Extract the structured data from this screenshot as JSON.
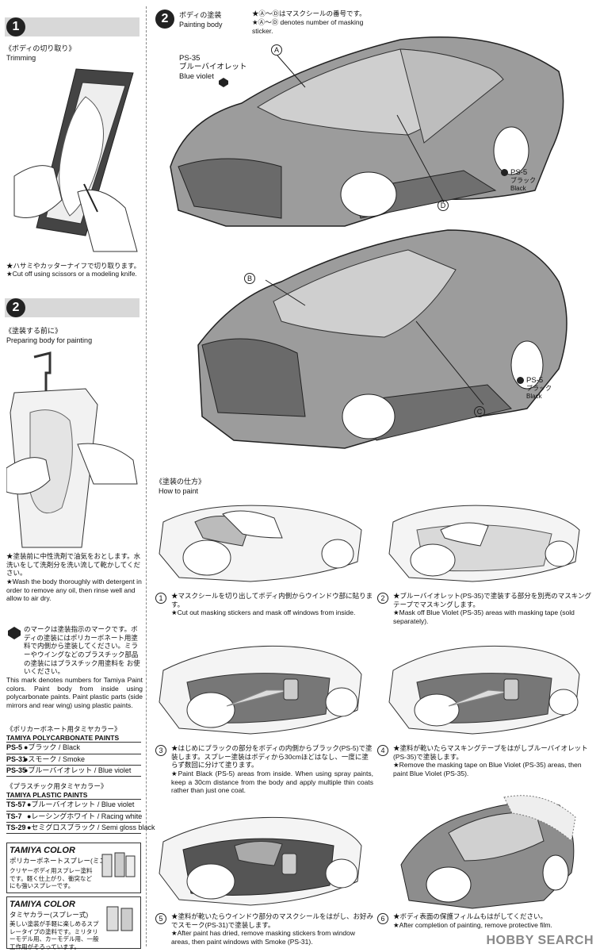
{
  "step1": {
    "number": "1",
    "title_jp": "《ボディの切り取り》",
    "title_en": "Trimming",
    "note_jp": "★ハサミやカッターナイフで切り取ります。",
    "note_en": "★Cut off using scissors or a modeling knife."
  },
  "step2_left": {
    "number": "2",
    "title_jp": "《塗装する前に》",
    "title_en": "Preparing body for painting",
    "note_jp": "★塗装前に中性洗剤で油気をおとします。水洗いをして洗剤分を洗い流して乾かしてください。",
    "note_en": "★Wash the body thoroughly with detergent in order to remove any oil, then rinse well and allow to air dry."
  },
  "mark_note": {
    "jp": "のマークは塗装指示のマークです。ボディの塗装にはポリカーボネート用塗料で内側から塗装してください。ミラーやウイングなどのプラスチック部品の塗装にはプラスチック用塗料を お使いください。",
    "en": "This mark denotes numbers for Tamiya Paint colors. Paint body from inside using polycarbonate paints. Paint plastic parts (side mirrors and rear wing) using plastic paints."
  },
  "polycarbonate": {
    "title_jp": "《ポリカーボネート用タミヤカラー》",
    "title_en": "TAMIYA POLYCARBONATE PAINTS",
    "rows": [
      {
        "code": "PS-5",
        "name": "●ブラック / Black"
      },
      {
        "code": "PS-31",
        "name": "●スモーク / Smoke"
      },
      {
        "code": "PS-35",
        "name": "●ブルーバイオレット / Blue violet"
      }
    ]
  },
  "plastic": {
    "title_jp": "《プラスチック用タミヤカラー》",
    "title_en": "TAMIYA PLASTIC PAINTS",
    "rows": [
      {
        "code": "TS-57",
        "name": "●ブルーバイオレット / Blue violet"
      },
      {
        "code": "TS-7",
        "name": "●レーシングホワイト / Racing white"
      },
      {
        "code": "TS-29",
        "name": "●セミグロスブラック / Semi gloss black"
      }
    ]
  },
  "ad1": {
    "brand": "TAMIYA COLOR",
    "sub": "ポリカーボネートスプレー(ミニ)",
    "text": "クリヤーボディ用スプレー塗料です。軽く仕上がり、衝突などにも強いスプレーです。"
  },
  "ad2": {
    "brand": "TAMIYA COLOR",
    "sub": "タミヤカラー(スプレー式)",
    "text": "美しい塗装が手軽に楽しめるスプレータイプの塗料です。ミリタリーモデル用、カーモデル用、一般工作用がそろっています。"
  },
  "step2_right": {
    "number": "2",
    "title_jp": "ボディの塗装",
    "title_en": "Painting body",
    "note1": "★Ⓐ～Ⓓはマスクシールの番号です。",
    "note2": "★Ⓐ～Ⓓ denotes number of masking sticker.",
    "ps35_code": "PS-35",
    "ps35_jp": "ブルーバイオレット",
    "ps35_en": "Blue violet",
    "ps5_code": "PS-5",
    "ps5_jp": "ブラック",
    "ps5_en": "Black",
    "markers": [
      "A",
      "B",
      "C",
      "D"
    ]
  },
  "how_to_paint": {
    "title_jp": "《塗装の仕方》",
    "title_en": "How to paint",
    "steps": [
      {
        "num": "1",
        "jp": "★マスクシールを切り出してボディ内側からウインドウ部に貼ります。",
        "en": "★Cut out masking stickers and mask off windows from inside."
      },
      {
        "num": "2",
        "jp": "★ブルーバイオレット(PS-35)で塗装する部分を別売のマスキングテープでマスキングします。",
        "en": "★Mask off Blue Violet (PS-35) areas with masking tape (sold separately)."
      },
      {
        "num": "3",
        "jp": "★はじめにブラックの部分をボディの内側からブラック(PS-5)で塗装します。スプレー塗装はボディから30cmほどはなし、一度に塗らず数回に分けて塗ります。",
        "en": "★Paint Black (PS-5) areas from inside. When using spray paints, keep a 30cm distance from the body and apply multiple thin coats rather than just one coat."
      },
      {
        "num": "4",
        "jp": "★塗料が乾いたらマスキングテープをはがしブルーバイオレット(PS-35)で塗装します。",
        "en": "★Remove the masking tape on Blue Violet (PS-35) areas, then paint Blue Violet (PS-35)."
      },
      {
        "num": "5",
        "jp": "★塗料が乾いたらウインドウ部分のマスクシールをはがし、お好みでスモーク(PS-31)で塗装します。",
        "en": "★After paint has dried, remove masking stickers from window areas, then paint windows with Smoke (PS-31)."
      },
      {
        "num": "6",
        "jp": "★ボディ表面の保護フィルムもはがしてください。",
        "en": "★After completion of painting, remove protective film."
      }
    ]
  },
  "watermark": "HOBBY SEARCH"
}
